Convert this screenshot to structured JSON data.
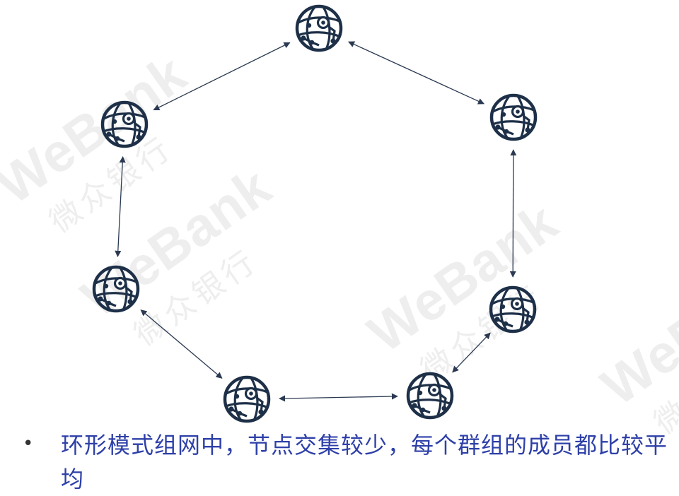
{
  "watermark": {
    "brand": "WeBank",
    "sub": "微众银行"
  },
  "colors": {
    "node": "#1e3048",
    "edge": "#2b3a52",
    "text": "#2e40a8",
    "watermark": "#eeeeee"
  },
  "nodes": [
    {
      "id": "n-top",
      "icon": "globe-network-icon"
    },
    {
      "id": "n-upper-right",
      "icon": "globe-network-icon"
    },
    {
      "id": "n-lower-right",
      "icon": "globe-network-icon"
    },
    {
      "id": "n-bottom-right",
      "icon": "globe-network-icon"
    },
    {
      "id": "n-bottom-left",
      "icon": "globe-network-icon"
    },
    {
      "id": "n-lower-left",
      "icon": "globe-network-icon"
    },
    {
      "id": "n-upper-left",
      "icon": "globe-network-icon"
    }
  ],
  "edges": [
    [
      "n-top",
      "n-upper-right"
    ],
    [
      "n-upper-right",
      "n-lower-right"
    ],
    [
      "n-lower-right",
      "n-bottom-right"
    ],
    [
      "n-bottom-right",
      "n-bottom-left"
    ],
    [
      "n-bottom-left",
      "n-lower-left"
    ],
    [
      "n-lower-left",
      "n-upper-left"
    ],
    [
      "n-upper-left",
      "n-top"
    ]
  ],
  "caption": {
    "bullet": "•",
    "text": "环形模式组网中，节点交集较少，每个群组的成员都比较平均"
  }
}
